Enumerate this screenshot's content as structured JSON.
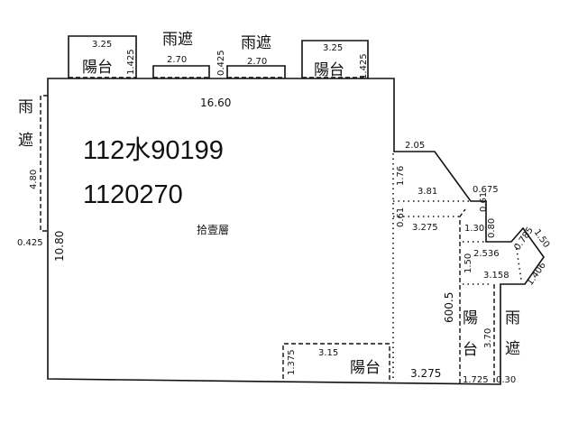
{
  "plan": {
    "ids": [
      "112水90199",
      "1120270"
    ],
    "floor_label": "拾壹層",
    "labels": {
      "balcony": "陽台",
      "rain_shelter": "雨遮",
      "rain1": "雨",
      "rain2": "遮"
    },
    "dimensions": {
      "top_width": "16.60",
      "left_height": "10.80",
      "bal_tl_w": "3.25",
      "bal_tl_h": "1.425",
      "shelter_w1": "2.70",
      "shelter_gap": "0.425",
      "shelter_w2": "2.70",
      "bal_tr_w": "3.25",
      "bal_tr_h": "1.425",
      "left_shelter_h": "4.80",
      "left_shelter_d": "0.425",
      "r_205": "2.05",
      "r_176": "1.76",
      "r_381": "3.81",
      "r_0675": "0.675",
      "r_061a": "0.61",
      "r_061b": "0.61",
      "r_3275a": "3.275",
      "r_130": "1.30",
      "r_080": "0.80",
      "r_2536": "2.536",
      "r_0785": "0.785",
      "r_150a": "1.50",
      "r_150b": "1.50",
      "r_3158": "3.158",
      "r_1406": "1.406",
      "r_6005": "600.5",
      "r_370": "3.70",
      "bot_3275": "3.275",
      "bot_1725": "1.725",
      "bot_030": "0.30",
      "bal_bot_w": "3.15",
      "bal_bot_h": "1.375"
    }
  }
}
